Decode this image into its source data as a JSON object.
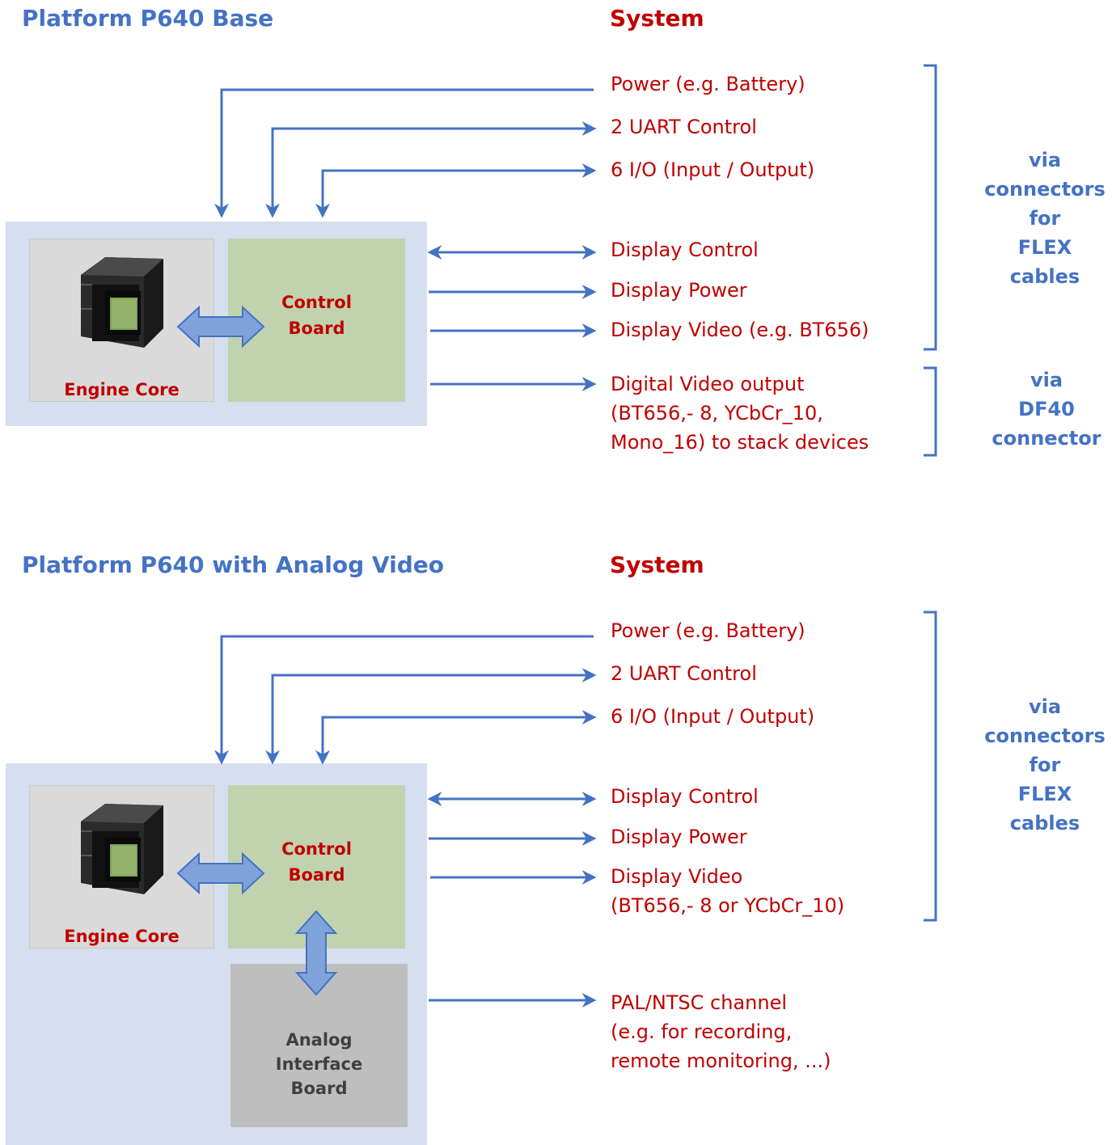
{
  "diagram1": {
    "title": "Platform P640 Base",
    "system_title": "System",
    "engine_core_label": "Engine Core",
    "control_board_lines": [
      "Control",
      "Board"
    ],
    "signals": {
      "power": "Power (e.g. Battery)",
      "uart": "2 UART Control",
      "io": "6 I/O (Input / Output)",
      "display_control": "Display Control",
      "display_power": "Display Power",
      "display_video": "Display Video (e.g. BT656)",
      "digital_video": [
        "Digital Video output",
        "(BT656,- 8, YCbCr_10,",
        "Mono_16) to stack devices"
      ]
    },
    "flex_group": [
      "via",
      "connectors",
      "for",
      "FLEX",
      "cables"
    ],
    "df40_group": [
      "via",
      "DF40",
      "connector"
    ]
  },
  "diagram2": {
    "title": "Platform P640 with Analog Video",
    "system_title": "System",
    "engine_core_label": "Engine Core",
    "control_board_lines": [
      "Control",
      "Board"
    ],
    "analog_board_lines": [
      "Analog",
      "Interface",
      "Board"
    ],
    "signals": {
      "power": "Power (e.g. Battery)",
      "uart": "2 UART Control",
      "io": "6 I/O (Input / Output)",
      "display_control": "Display Control",
      "display_power": "Display Power",
      "display_video": [
        "Display Video",
        "(BT656,- 8 or  YCbCr_10)"
      ],
      "pal_ntsc": [
        "PAL/NTSC channel",
        "(e.g. for recording,",
        "remote monitoring, ...)"
      ]
    },
    "flex_group": [
      "via",
      "connectors",
      "for",
      "FLEX",
      "cables"
    ]
  },
  "colors": {
    "platform_bg": "#D6DFEF",
    "engine_bg": "#DADADA",
    "control_bg": "#C0D3AE",
    "analog_bg": "#BEBEBE",
    "arrow": "#4472C4",
    "block_arrow_fill": "#7FA2DA",
    "signal_text": "#C00000",
    "heading_blue": "#4472C4"
  },
  "icons": [
    "camera-core-icon"
  ]
}
